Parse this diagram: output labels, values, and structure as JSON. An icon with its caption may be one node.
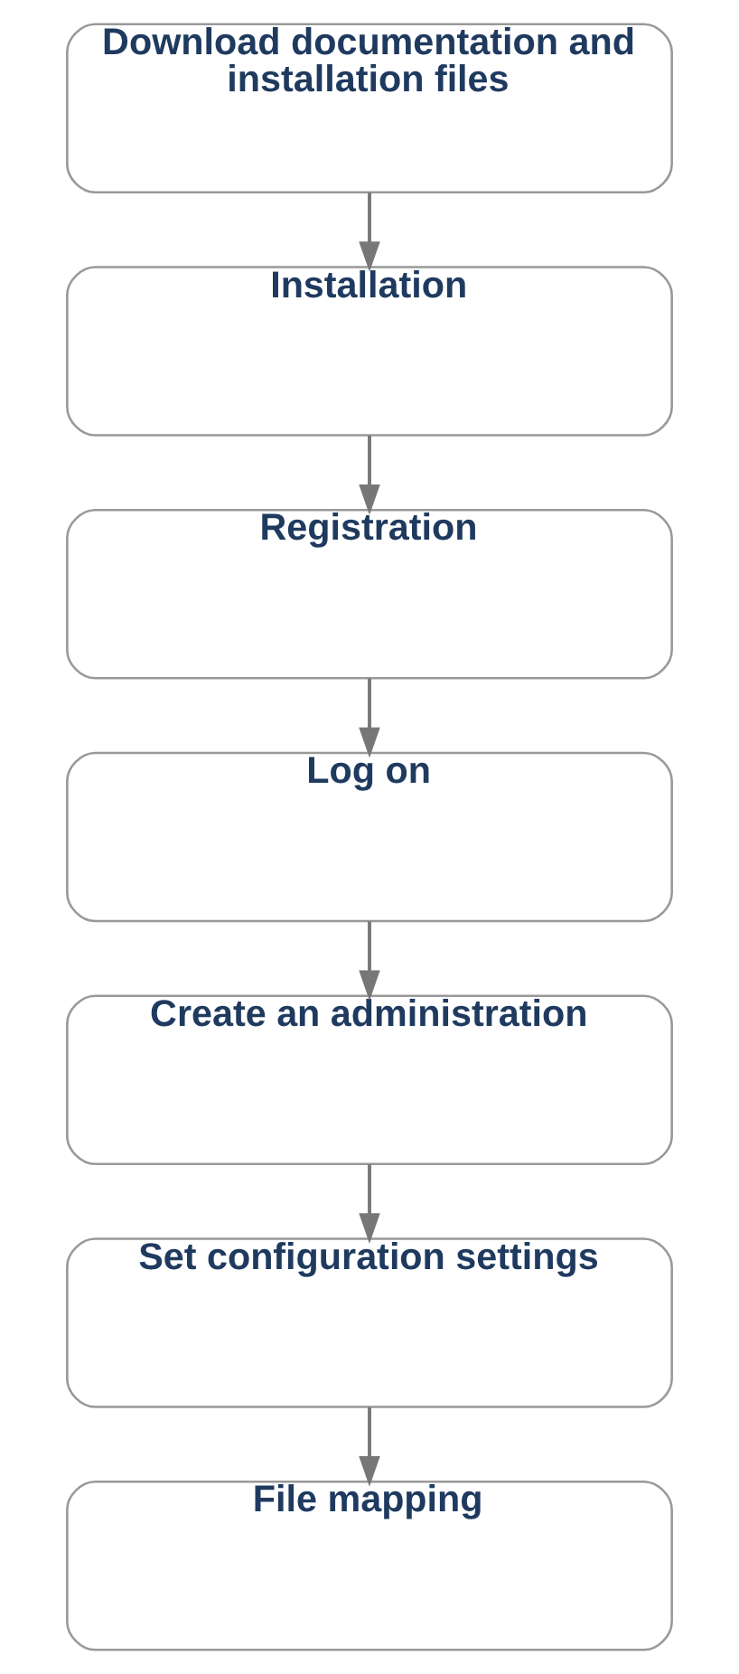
{
  "diagram": {
    "nodes": [
      {
        "text": [
          "Download documentation and installation files"
        ]
      },
      {
        "text": [
          "Installation"
        ]
      },
      {
        "text": [
          "Registration"
        ]
      },
      {
        "text": [
          "Log on"
        ]
      },
      {
        "text": [
          "Create an administration"
        ]
      },
      {
        "text": [
          "Set configuration settings"
        ]
      },
      {
        "text": [
          "File mapping"
        ]
      }
    ],
    "edges": [
      {
        "from": 0,
        "to": 1,
        "arrow": "to"
      },
      {
        "from": 1,
        "to": 2,
        "arrow": "to"
      },
      {
        "from": 2,
        "to": 3,
        "arrow": "to"
      },
      {
        "from": 3,
        "to": 4,
        "arrow": "to"
      },
      {
        "from": 4,
        "to": 5,
        "arrow": "to"
      },
      {
        "from": 5,
        "to": 6,
        "arrow": "to"
      }
    ]
  }
}
